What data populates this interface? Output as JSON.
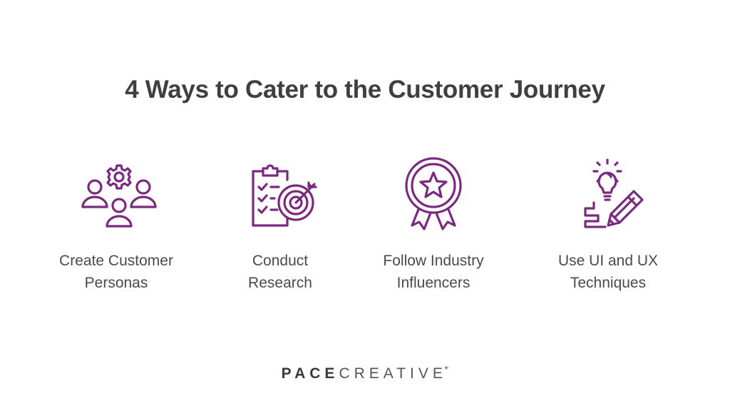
{
  "title": "4 Ways to Cater to the Customer Journey",
  "accent_color": "#7a2a7e",
  "items": [
    {
      "icon": "team-gear-icon",
      "line1": "Create Customer",
      "line2": "Personas"
    },
    {
      "icon": "clipboard-target-icon",
      "line1": "Conduct",
      "line2": "Research"
    },
    {
      "icon": "award-badge-icon",
      "line1": "Follow Industry",
      "line2": "Influencers"
    },
    {
      "icon": "idea-pencil-icon",
      "line1": "Use UI and UX",
      "line2": "Techniques"
    }
  ],
  "logo": {
    "bold": "PACE",
    "light": "CREATIVE",
    "mark": "+"
  }
}
